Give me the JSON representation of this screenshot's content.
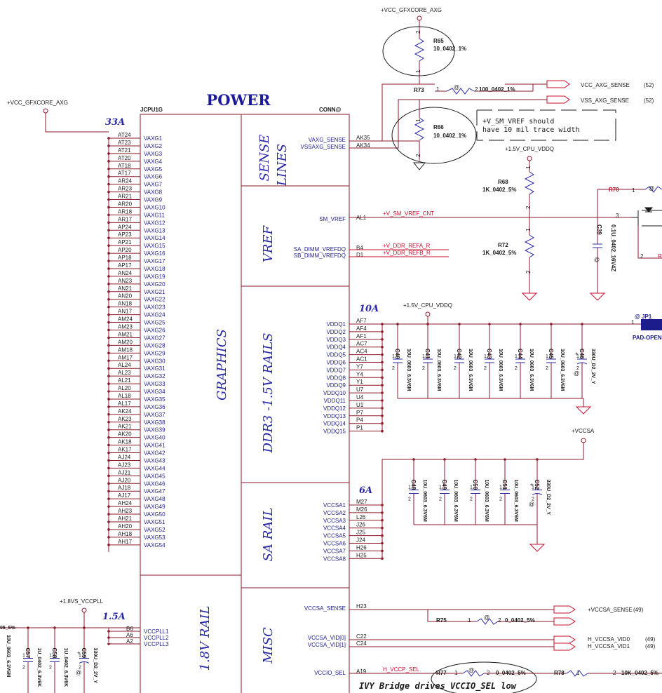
{
  "title": "POWER",
  "part": {
    "ref": "JCPU1G",
    "conn": "CONN@"
  },
  "rails_net": {
    "gfx_left": "+VCC_GFXCORE_AXG",
    "gfx_top": "+VCC_GFXCORE_AXG",
    "vddq": "+1.5V_CPU_VDDQ",
    "vddq2": "+1.5V_CPU_VDDQ",
    "vccsa": "+VCCSA",
    "vccpll": "+1.8VS_VCCPLL"
  },
  "currents": {
    "gfx": "33A",
    "ddr": "10A",
    "sa": "6A",
    "pll": "1.5A"
  },
  "blocks": {
    "graphics": "GRAPHICS",
    "sense": "SENSE",
    "lines": "LINES",
    "vref": "VREF",
    "ddr3": "DDR3 -1.5V RAILS",
    "sa_rail": "SA RAIL",
    "misc": "MISC",
    "pll_rail": "1.8V RAIL"
  },
  "vaxg_balls": [
    "AT24",
    "AT23",
    "AT21",
    "AT20",
    "AT18",
    "AT17",
    "AR24",
    "AR23",
    "AR21",
    "AR20",
    "AR18",
    "AR17",
    "AP24",
    "AP23",
    "AP21",
    "AP20",
    "AP18",
    "AP17",
    "AN24",
    "AN23",
    "AN21",
    "AN20",
    "AN18",
    "AN17",
    "AM24",
    "AM23",
    "AM21",
    "AM20",
    "AM18",
    "AM17",
    "AL24",
    "AL23",
    "AL21",
    "AL20",
    "AL18",
    "AL17",
    "AK24",
    "AK23",
    "AK21",
    "AK20",
    "AK18",
    "AK17",
    "AJ24",
    "AJ23",
    "AJ21",
    "AJ20",
    "AJ18",
    "AJ17",
    "AH24",
    "AH23",
    "AH21",
    "AH20",
    "AH18",
    "AH17"
  ],
  "vaxg_names": [
    "VAXG1",
    "VAXG2",
    "VAXG3",
    "VAXG4",
    "VAXG5",
    "VAXG6",
    "VAXG7",
    "VAXG8",
    "VAXG9",
    "VAXG10",
    "VAXG11",
    "VAXG12",
    "VAXG13",
    "VAXG14",
    "VAXG15",
    "VAXG16",
    "VAXG17",
    "VAXG18",
    "VAXG19",
    "VAXG20",
    "VAXG21",
    "VAXG22",
    "VAXG23",
    "VAXG24",
    "VAXG25",
    "VAXG26",
    "VAXG27",
    "VAXG28",
    "VAXG29",
    "VAXG30",
    "VAXG31",
    "VAXG32",
    "VAXG33",
    "VAXG34",
    "VAXG35",
    "VAXG36",
    "VAXG37",
    "VAXG38",
    "VAXG39",
    "VAXG40",
    "VAXG41",
    "VAXG42",
    "VAXG43",
    "VAXG44",
    "VAXG45",
    "VAXG46",
    "VAXG47",
    "VAXG48",
    "VAXG49",
    "VAXG50",
    "VAXG51",
    "VAXG52",
    "VAXG53",
    "VAXG54"
  ],
  "vddq_names": [
    "VDDQ1",
    "VDDQ2",
    "VDDQ3",
    "VDDQ4",
    "VDDQ5",
    "VDDQ6",
    "VDDQ7",
    "VDDQ8",
    "VDDQ9",
    "VDDQ10",
    "VDDQ11",
    "VDDQ12",
    "VDDQ13",
    "VDDQ14",
    "VDDQ15"
  ],
  "vddq_balls": [
    "AF7",
    "AF4",
    "AF1",
    "AC7",
    "AC4",
    "AC1",
    "Y7",
    "Y4",
    "Y1",
    "U7",
    "U4",
    "U1",
    "P7",
    "P4",
    "P1"
  ],
  "vccsa_names": [
    "VCCSA1",
    "VCCSA2",
    "VCCSA3",
    "VCCSA4",
    "VCCSA5",
    "VCCSA6",
    "VCCSA7",
    "VCCSA8"
  ],
  "vccsa_balls": [
    "M27",
    "M26",
    "L26",
    "J26",
    "J25",
    "J24",
    "H26",
    "H25"
  ],
  "vccpll_names": [
    "VCCPLL1",
    "VCCPLL2",
    "VCCPLL3"
  ],
  "vccpll_balls": [
    "B6",
    "A6",
    "A2"
  ],
  "sense": {
    "pin1": "VAXG_SENSE",
    "pin2": "VSSAXG_SENSE",
    "ball1": "AK35",
    "ball2": "AK34"
  },
  "vref": {
    "pin1": "SM_VREF",
    "ball1": "AL1",
    "net1": "+V_SM_VREF_CNT",
    "pin2": "SA_DIMM_VREFDQ",
    "pin3": "SB_DIMM_VREFDQ",
    "ball2": "B4",
    "ball3": "D1",
    "net2": "+V_DDR_REFA_R",
    "net3": "+V_DDR_REFB_R"
  },
  "misc": {
    "pin1": "VCCSA_SENSE",
    "ball1": "H23",
    "pin2": "VCCSA_VID[0]",
    "pin3": "VCCSA_VID[1]",
    "ball2": "C22",
    "ball3": "C24",
    "pin4": "VCCIO_SEL",
    "ball4": "A19",
    "net4": "H_VCCP_SEL"
  },
  "offpage": {
    "axg_sense": "VCC_AXG_SENSE",
    "axg_sense_pg": "(52)",
    "vss_sense": "VSS_AXG_SENSE",
    "vss_sense_pg": "(52)",
    "vccsa_sense": "+VCCSA_SENSE",
    "vccsa_sense_pg": "(49)",
    "vid0": "H_VCCSA_VID0",
    "vid0_pg": "(49)",
    "vid1": "H_VCCSA_VID1",
    "vid1_pg": "(49)"
  },
  "note": {
    "line1": "+V_SM_VREF should",
    "line2": "have 10 mil trace width",
    "bottom": "IVY Bridge drives VCCIO_SEL low"
  },
  "resistors": {
    "r65": {
      "ref": "R65",
      "val": "10_0402_1%"
    },
    "r66": {
      "ref": "R66",
      "val": "10_0402_1%"
    },
    "r73": {
      "ref": "R73",
      "val": "100_0402_1%"
    },
    "r68": {
      "ref": "R68",
      "val": "1K_0402_5%"
    },
    "r72": {
      "ref": "R72",
      "val": "1K_0402_5%"
    },
    "r70": {
      "ref": "R70"
    },
    "r75": {
      "ref": "R75",
      "val": "0_0402_5%"
    },
    "r77": {
      "ref": "R77",
      "val": "0_0402_5%"
    },
    "r78": {
      "ref": "R78",
      "val": "10K_0402_5%"
    }
  },
  "c39": {
    "ref": "C39",
    "val": "0.1U_0402_16V4Z"
  },
  "ddr_caps": [
    {
      "ref": "C40",
      "val": "10U_0603_6.3V6M"
    },
    {
      "ref": "C41",
      "val": "10U_0603_6.3V6M"
    },
    {
      "ref": "C42",
      "val": "10U_0603_6.3V6M"
    },
    {
      "ref": "C43",
      "val": "10U_0603_6.3V6M"
    },
    {
      "ref": "C44",
      "val": "10U_0603_6.3V6M"
    },
    {
      "ref": "C45",
      "val": "10U_0603_6.3V6M"
    },
    {
      "ref": "C46",
      "val": "330U_D2_2V_Y"
    }
  ],
  "sa_caps": [
    {
      "ref": "C48",
      "val": "10U_0603_6.3V6M"
    },
    {
      "ref": "C49",
      "val": "10U_0603_6.3V6M"
    },
    {
      "ref": "C50",
      "val": "10U_0603_6.3V6M"
    },
    {
      "ref": "C51",
      "val": "10U_0603_6.3V6M"
    },
    {
      "ref": "C52",
      "val": "330U_D2_2V_Y"
    }
  ],
  "pll_caps": [
    {
      "ref": "C57",
      "val": "1U_0402_6.3V6K"
    },
    {
      "ref": "C58",
      "val": "1U_0402_6.3V6K"
    },
    {
      "ref": "C59",
      "val": "330U_D2_2V_Y"
    }
  ],
  "pll_left": {
    "cap": "10U_0603_6.3V6M",
    "frag": "05_5%"
  },
  "jp1": {
    "ref": "@ JP1",
    "val": "PAD-OPEN"
  },
  "r_right_frag": "R",
  "pin_num": {
    "n1": "1",
    "n2": "2",
    "n3": "3",
    "at": "@",
    "plus": "+"
  },
  "colors": {
    "wire": "#8b1a2b",
    "blue": "#1c1c8c",
    "red": "#c8102e",
    "rail_title": "#2a2aa8"
  }
}
